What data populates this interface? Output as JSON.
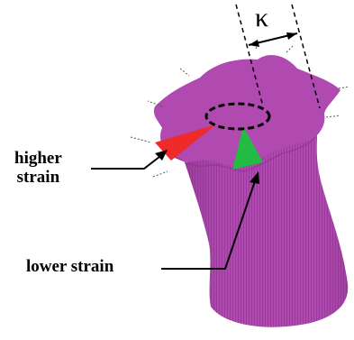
{
  "labels": {
    "kappa": "κ",
    "higher_strain_line1": "higher",
    "higher_strain_line2": "strain",
    "lower_strain": "lower strain"
  },
  "colors": {
    "tube": "#b04ab0",
    "tube_dark": "#9a3a9c",
    "tube_light": "#c567c3",
    "high_strain_wedge": "#ee2a2a",
    "low_strain_wedge": "#22bb44",
    "outline": "#000000",
    "background": "#ffffff"
  }
}
